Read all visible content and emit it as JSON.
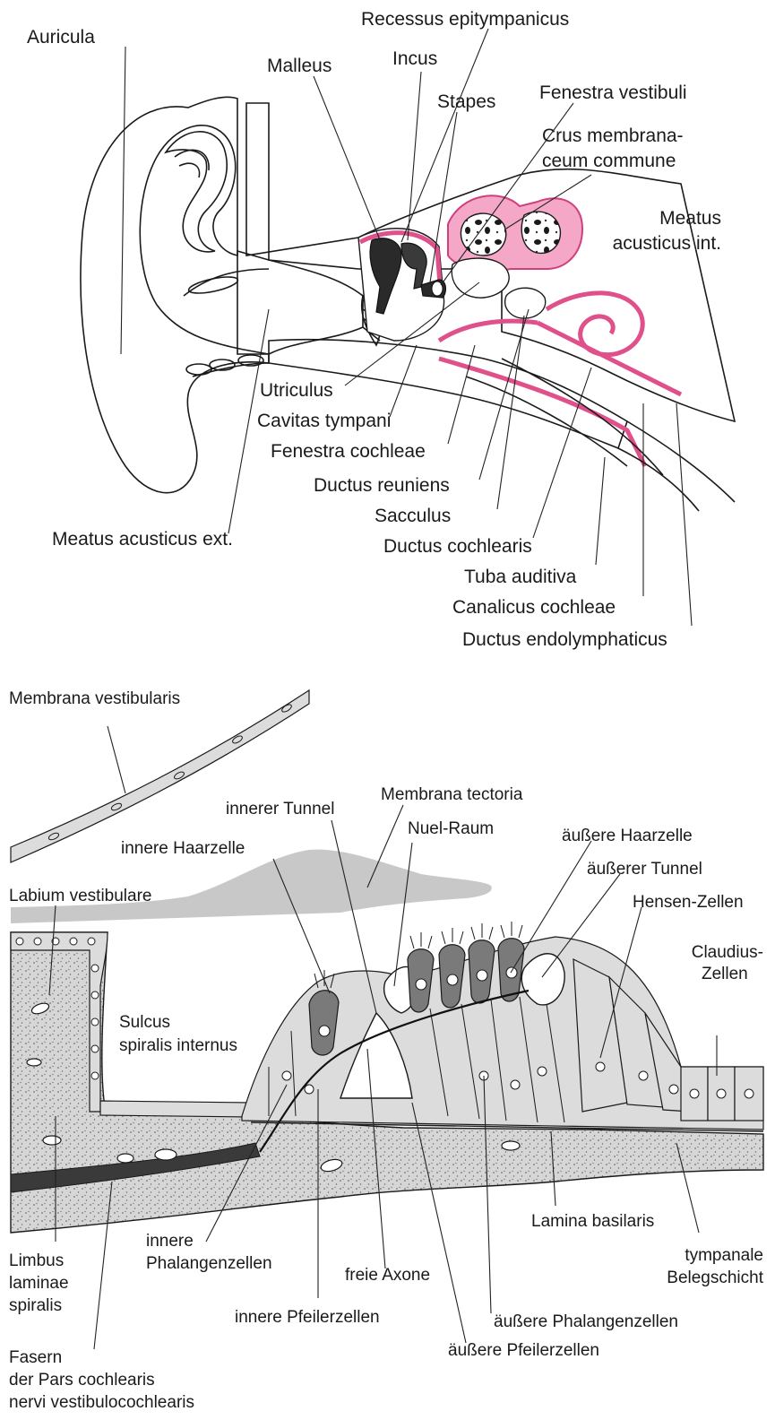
{
  "ear_labels": {
    "auricula": "Auricula",
    "recessus_epitympanicus": "Recessus epitympanicus",
    "malleus": "Malleus",
    "incus": "Incus",
    "stapes": "Stapes",
    "fenestra_vestibuli": "Fenestra vestibuli",
    "crus_line1": "Crus membrana-",
    "crus_line2": "ceum commune",
    "meatus_int_line1": "Meatus",
    "meatus_int_line2": "acusticus int.",
    "utriculus": "Utriculus",
    "cavitas_tympani": "Cavitas tympani",
    "fenestra_cochleae": "Fenestra cochleae",
    "ductus_reuniens": "Ductus reuniens",
    "sacculus": "Sacculus",
    "meatus_ext": "Meatus acusticus ext.",
    "ductus_cochlearis": "Ductus cochlearis",
    "tuba_auditiva": "Tuba auditiva",
    "canalicus_cochleae": "Canalicus cochleae",
    "ductus_endolymphaticus": "Ductus endolymphaticus"
  },
  "organ_labels": {
    "membrana_vestibularis": "Membrana vestibularis",
    "innerer_tunnel": "innerer Tunnel",
    "membrana_tectoria": "Membrana tectoria",
    "nuel_raum": "Nuel-Raum",
    "innere_haarzelle": "innere Haarzelle",
    "aeussere_haarzelle": "äußere Haarzelle",
    "aeusserer_tunnel": "äußerer Tunnel",
    "labium_vestibulare": "Labium vestibulare",
    "hensen_zellen": "Hensen-Zellen",
    "claudius_line1": "Claudius-",
    "claudius_line2": "Zellen",
    "sulcus_line1": "Sulcus",
    "sulcus_line2": "spiralis internus",
    "lamina_basilaris": "Lamina basilaris",
    "innere_phal_line1": "innere",
    "innere_phal_line2": "Phalangenzellen",
    "tympanale_line1": "tympanale",
    "tympanale_line2": "Belegschicht",
    "limbus_line1": "Limbus",
    "limbus_line2": "laminae",
    "limbus_line3": "spiralis",
    "freie_axone": "freie Axone",
    "innere_pfeilerzellen": "innere Pfeilerzellen",
    "aeussere_phalangenzellen": "äußere Phalangenzellen",
    "aeussere_pfeilerzellen": "äußere Pfeilerzellen",
    "fasern_line1": "Fasern",
    "fasern_line2": "der Pars cochlearis",
    "fasern_line3": "nervi vestibulocochlearis"
  },
  "colors": {
    "membranous_labyrinth": "#e0508a",
    "tissue_gray": "#d9d9d9",
    "tectorial_gray": "#c8c8c8"
  }
}
